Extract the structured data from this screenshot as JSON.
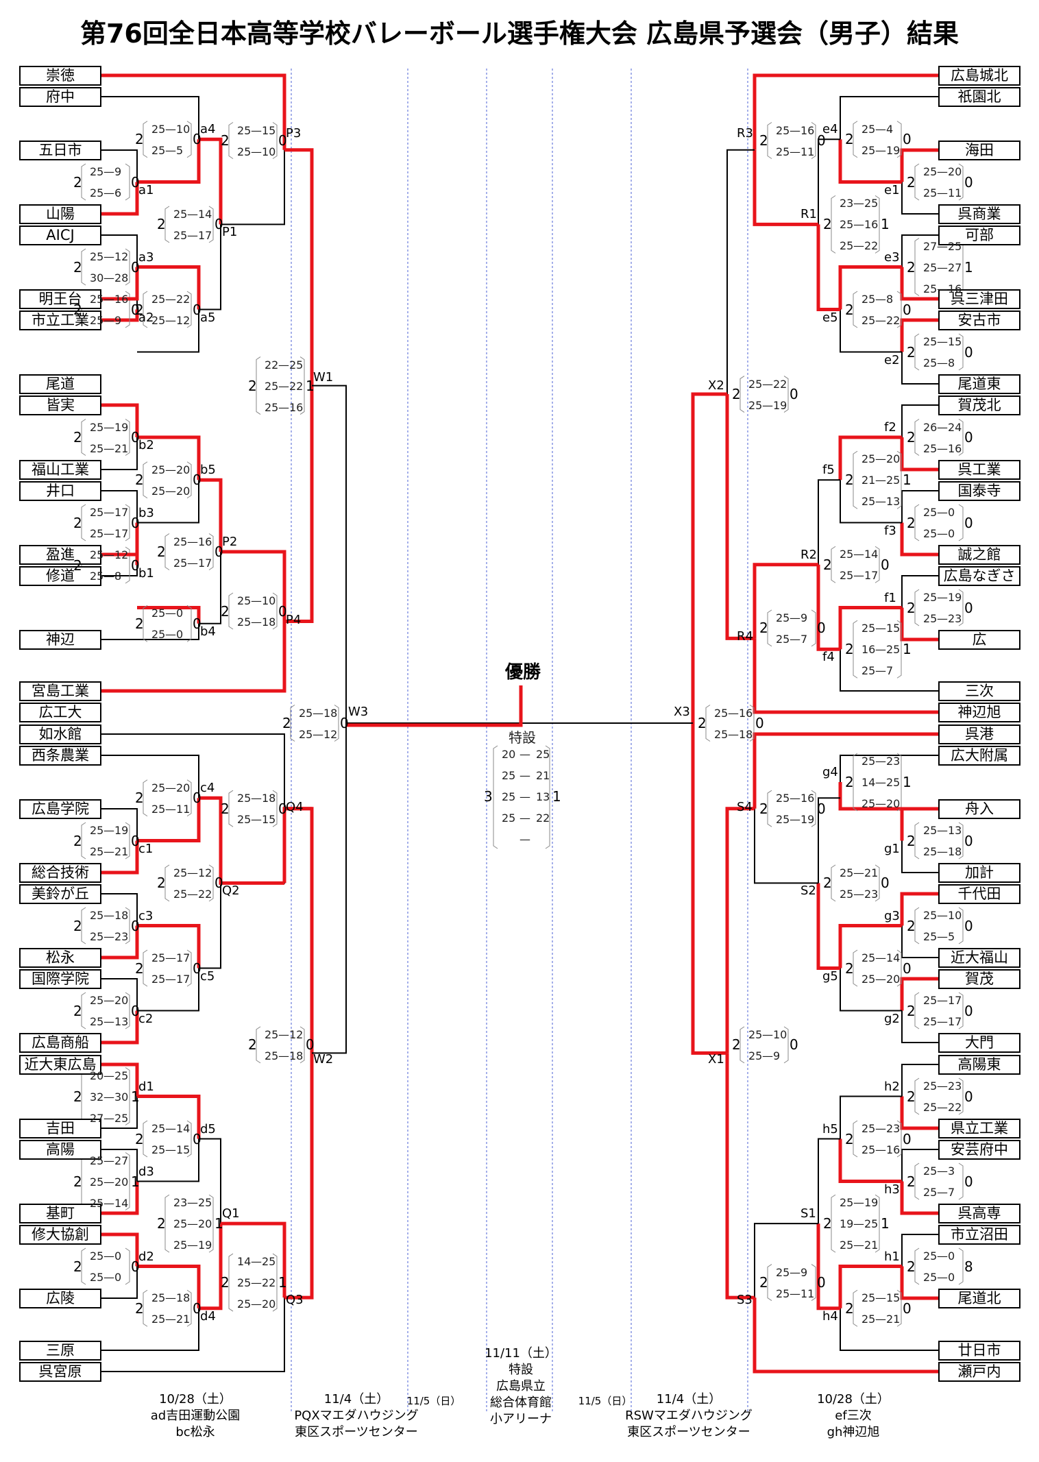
{
  "title": "第76回全日本高等学校バレーボール選手権大会 広島県予選会（男子）結果",
  "champion_label": "優勝",
  "left_teams": [
    "崇徳",
    "府中",
    "五日市",
    "山陽",
    "AICJ",
    "明王台",
    "市立工業",
    "尾道",
    "皆実",
    "福山工業",
    "井口",
    "盈進",
    "修道",
    "神辺",
    "宮島工業",
    "広工大",
    "如水館",
    "西条農業",
    "広島学院",
    "総合技術",
    "美鈴が丘",
    "松永",
    "国際学院",
    "広島商船",
    "近大東広島",
    "吉田",
    "高陽",
    "基町",
    "修大協創",
    "広陵",
    "三原",
    "呉宮原"
  ],
  "right_teams": [
    "広島城北",
    "祇園北",
    "海田",
    "呉商業",
    "可部",
    "呉三津田",
    "安古市",
    "尾道東",
    "賀茂北",
    "呉工業",
    "国泰寺",
    "誠之館",
    "広島なぎさ",
    "広",
    "三次",
    "神辺旭",
    "呉港",
    "広大附属",
    "舟入",
    "加計",
    "千代田",
    "近大福山",
    "賀茂",
    "大門",
    "高陽東",
    "県立工業",
    "安芸府中",
    "呉高専",
    "市立沼田",
    "尾道北",
    "廿日市",
    "瀬戸内"
  ],
  "matches": {
    "a1": {
      "label": "a1",
      "sets": [
        [
          "25",
          "9"
        ],
        [
          "25",
          "6"
        ]
      ],
      "total": [
        "2",
        "0"
      ]
    },
    "a2": {
      "label": "a2",
      "sets": [
        [
          "25",
          "16"
        ],
        [
          "25",
          "9"
        ]
      ],
      "total": [
        "2",
        "0"
      ]
    },
    "a3": {
      "label": "a3",
      "sets": [
        [
          "25",
          "12"
        ],
        [
          "30",
          "28"
        ]
      ],
      "total": [
        "2",
        "0"
      ]
    },
    "a4": {
      "label": "a4",
      "sets": [
        [
          "25",
          "10"
        ],
        [
          "25",
          "5"
        ]
      ],
      "total": [
        "2",
        "0"
      ]
    },
    "a5": {
      "label": "a5",
      "sets": [
        [
          "25",
          "22"
        ],
        [
          "25",
          "12"
        ]
      ],
      "total": [
        "2",
        "0"
      ]
    },
    "b1": {
      "label": "b1",
      "sets": [
        [
          "25",
          "12"
        ],
        [
          "25",
          "8"
        ]
      ],
      "total": [
        "2",
        "0"
      ]
    },
    "b2": {
      "label": "b2",
      "sets": [
        [
          "25",
          "19"
        ],
        [
          "25",
          "21"
        ]
      ],
      "total": [
        "2",
        "0"
      ]
    },
    "b3": {
      "label": "b3",
      "sets": [
        [
          "25",
          "17"
        ],
        [
          "25",
          "17"
        ]
      ],
      "total": [
        "2",
        "0"
      ]
    },
    "b4": {
      "label": "b4",
      "sets": [
        [
          "25",
          "0"
        ],
        [
          "25",
          "0"
        ]
      ],
      "total": [
        "2",
        "0"
      ]
    },
    "b5": {
      "label": "b5",
      "sets": [
        [
          "25",
          "20"
        ],
        [
          "25",
          "20"
        ]
      ],
      "total": [
        "2",
        "0"
      ]
    },
    "c1": {
      "label": "c1",
      "sets": [
        [
          "25",
          "19"
        ],
        [
          "25",
          "21"
        ]
      ],
      "total": [
        "2",
        "0"
      ]
    },
    "c2": {
      "label": "c2",
      "sets": [
        [
          "25",
          "20"
        ],
        [
          "25",
          "13"
        ]
      ],
      "total": [
        "2",
        "0"
      ]
    },
    "c3": {
      "label": "c3",
      "sets": [
        [
          "25",
          "18"
        ],
        [
          "25",
          "23"
        ]
      ],
      "total": [
        "2",
        "0"
      ]
    },
    "c4": {
      "label": "c4",
      "sets": [
        [
          "25",
          "20"
        ],
        [
          "25",
          "11"
        ]
      ],
      "total": [
        "2",
        "0"
      ]
    },
    "c5": {
      "label": "c5",
      "sets": [
        [
          "25",
          "17"
        ],
        [
          "25",
          "17"
        ]
      ],
      "total": [
        "2",
        "0"
      ]
    },
    "d1": {
      "label": "d1",
      "sets": [
        [
          "20",
          "25"
        ],
        [
          "32",
          "30"
        ],
        [
          "27",
          "25"
        ]
      ],
      "total": [
        "2",
        "1"
      ]
    },
    "d2": {
      "label": "d2",
      "sets": [
        [
          "25",
          "0"
        ],
        [
          "25",
          "0"
        ]
      ],
      "total": [
        "2",
        "0"
      ]
    },
    "d3": {
      "label": "d3",
      "sets": [
        [
          "25",
          "27"
        ],
        [
          "25",
          "20"
        ],
        [
          "25",
          "14"
        ]
      ],
      "total": [
        "2",
        "1"
      ]
    },
    "d4": {
      "label": "d4",
      "sets": [
        [
          "25",
          "18"
        ],
        [
          "25",
          "21"
        ]
      ],
      "total": [
        "2",
        "0"
      ]
    },
    "d5": {
      "label": "d5",
      "sets": [
        [
          "25",
          "14"
        ],
        [
          "25",
          "15"
        ]
      ],
      "total": [
        "2",
        "0"
      ]
    },
    "P1": {
      "label": "P1",
      "sets": [
        [
          "25",
          "14"
        ],
        [
          "25",
          "17"
        ]
      ],
      "total": [
        "2",
        "0"
      ]
    },
    "P2": {
      "label": "P2",
      "sets": [
        [
          "25",
          "16"
        ],
        [
          "25",
          "17"
        ]
      ],
      "total": [
        "2",
        "0"
      ]
    },
    "P3": {
      "label": "P3",
      "sets": [
        [
          "25",
          "15"
        ],
        [
          "25",
          "10"
        ]
      ],
      "total": [
        "2",
        "0"
      ]
    },
    "P4": {
      "label": "P4",
      "sets": [
        [
          "25",
          "10"
        ],
        [
          "25",
          "18"
        ]
      ],
      "total": [
        "2",
        "0"
      ]
    },
    "Q1": {
      "label": "Q1",
      "sets": [
        [
          "23",
          "25"
        ],
        [
          "25",
          "20"
        ],
        [
          "25",
          "19"
        ]
      ],
      "total": [
        "2",
        "1"
      ]
    },
    "Q2": {
      "label": "Q2",
      "sets": [
        [
          "25",
          "12"
        ],
        [
          "25",
          "22"
        ]
      ],
      "total": [
        "2",
        "0"
      ]
    },
    "Q3": {
      "label": "Q3",
      "sets": [
        [
          "14",
          "25"
        ],
        [
          "25",
          "22"
        ],
        [
          "25",
          "20"
        ]
      ],
      "total": [
        "2",
        "1"
      ]
    },
    "Q4": {
      "label": "Q4",
      "sets": [
        [
          "25",
          "18"
        ],
        [
          "25",
          "15"
        ]
      ],
      "total": [
        "2",
        "0"
      ]
    },
    "W1": {
      "label": "W1",
      "sets": [
        [
          "22",
          "25"
        ],
        [
          "25",
          "22"
        ],
        [
          "25",
          "16"
        ]
      ],
      "total": [
        "2",
        "1"
      ]
    },
    "W2": {
      "label": "W2",
      "sets": [
        [
          "25",
          "12"
        ],
        [
          "25",
          "18"
        ]
      ],
      "total": [
        "2",
        "0"
      ]
    },
    "W3": {
      "label": "W3",
      "sets": [
        [
          "25",
          "18"
        ],
        [
          "25",
          "12"
        ]
      ],
      "total": [
        "2",
        "0"
      ]
    },
    "e1": {
      "label": "e1",
      "sets": [
        [
          "25",
          "20"
        ],
        [
          "25",
          "11"
        ]
      ],
      "total": [
        "2",
        "0"
      ]
    },
    "e2": {
      "label": "e2",
      "sets": [
        [
          "25",
          "15"
        ],
        [
          "25",
          "8"
        ]
      ],
      "total": [
        "2",
        "0"
      ]
    },
    "e3": {
      "label": "e3",
      "sets": [
        [
          "27",
          "25"
        ],
        [
          "25",
          "27"
        ],
        [
          "25",
          "16"
        ]
      ],
      "total": [
        "2",
        "1"
      ]
    },
    "e4": {
      "label": "e4",
      "sets": [
        [
          "25",
          "4"
        ],
        [
          "25",
          "19"
        ]
      ],
      "total": [
        "2",
        "0"
      ]
    },
    "e5": {
      "label": "e5",
      "sets": [
        [
          "25",
          "8"
        ],
        [
          "25",
          "22"
        ]
      ],
      "total": [
        "2",
        "0"
      ]
    },
    "f1": {
      "label": "f1",
      "sets": [
        [
          "25",
          "19"
        ],
        [
          "25",
          "23"
        ]
      ],
      "total": [
        "2",
        "0"
      ]
    },
    "f2": {
      "label": "f2",
      "sets": [
        [
          "26",
          "24"
        ],
        [
          "25",
          "16"
        ]
      ],
      "total": [
        "2",
        "0"
      ]
    },
    "f3": {
      "label": "f3",
      "sets": [
        [
          "25",
          "0"
        ],
        [
          "25",
          "0"
        ]
      ],
      "total": [
        "2",
        "0"
      ]
    },
    "f4": {
      "label": "f4",
      "sets": [
        [
          "25",
          "15"
        ],
        [
          "16",
          "25"
        ],
        [
          "25",
          "7"
        ]
      ],
      "total": [
        "2",
        "1"
      ]
    },
    "f5": {
      "label": "f5",
      "sets": [
        [
          "25",
          "20"
        ],
        [
          "21",
          "25"
        ],
        [
          "25",
          "13"
        ]
      ],
      "total": [
        "2",
        "1"
      ]
    },
    "g1": {
      "label": "g1",
      "sets": [
        [
          "25",
          "13"
        ],
        [
          "25",
          "18"
        ]
      ],
      "total": [
        "2",
        "0"
      ]
    },
    "g2": {
      "label": "g2",
      "sets": [
        [
          "25",
          "17"
        ],
        [
          "25",
          "17"
        ]
      ],
      "total": [
        "2",
        "0"
      ]
    },
    "g3": {
      "label": "g3",
      "sets": [
        [
          "25",
          "10"
        ],
        [
          "25",
          "5"
        ]
      ],
      "total": [
        "2",
        "0"
      ]
    },
    "g4": {
      "label": "g4",
      "sets": [
        [
          "25",
          "23"
        ],
        [
          "14",
          "25"
        ],
        [
          "25",
          "20"
        ]
      ],
      "total": [
        "2",
        "1"
      ]
    },
    "g5": {
      "label": "g5",
      "sets": [
        [
          "25",
          "14"
        ],
        [
          "25",
          "20"
        ]
      ],
      "total": [
        "2",
        "0"
      ]
    },
    "h1": {
      "label": "h1",
      "sets": [
        [
          "25",
          "0"
        ],
        [
          "25",
          "0"
        ]
      ],
      "total": [
        "2",
        "8"
      ]
    },
    "h2": {
      "label": "h2",
      "sets": [
        [
          "25",
          "23"
        ],
        [
          "25",
          "22"
        ]
      ],
      "total": [
        "2",
        "0"
      ]
    },
    "h3": {
      "label": "h3",
      "sets": [
        [
          "25",
          "3"
        ],
        [
          "25",
          "7"
        ]
      ],
      "total": [
        "2",
        "0"
      ]
    },
    "h4": {
      "label": "h4",
      "sets": [
        [
          "25",
          "15"
        ],
        [
          "25",
          "21"
        ]
      ],
      "total": [
        "2",
        "0"
      ]
    },
    "h5": {
      "label": "h5",
      "sets": [
        [
          "25",
          "23"
        ],
        [
          "25",
          "16"
        ]
      ],
      "total": [
        "2",
        "0"
      ]
    },
    "R1": {
      "label": "R1",
      "sets": [
        [
          "23",
          "25"
        ],
        [
          "25",
          "16"
        ],
        [
          "25",
          "22"
        ]
      ],
      "total": [
        "2",
        "1"
      ]
    },
    "R2": {
      "label": "R2",
      "sets": [
        [
          "25",
          "14"
        ],
        [
          "25",
          "17"
        ]
      ],
      "total": [
        "2",
        "0"
      ]
    },
    "R3": {
      "label": "R3",
      "sets": [
        [
          "25",
          "16"
        ],
        [
          "25",
          "11"
        ]
      ],
      "total": [
        "2",
        "0"
      ]
    },
    "R4": {
      "label": "R4",
      "sets": [
        [
          "25",
          "9"
        ],
        [
          "25",
          "7"
        ]
      ],
      "total": [
        "2",
        "0"
      ]
    },
    "S1": {
      "label": "S1",
      "sets": [
        [
          "25",
          "19"
        ],
        [
          "19",
          "25"
        ],
        [
          "25",
          "21"
        ]
      ],
      "total": [
        "2",
        "1"
      ]
    },
    "S2": {
      "label": "S2",
      "sets": [
        [
          "25",
          "21"
        ],
        [
          "25",
          "23"
        ]
      ],
      "total": [
        "2",
        "0"
      ]
    },
    "S3": {
      "label": "S3",
      "sets": [
        [
          "25",
          "9"
        ],
        [
          "25",
          "11"
        ]
      ],
      "total": [
        "2",
        "0"
      ]
    },
    "S4": {
      "label": "S4",
      "sets": [
        [
          "25",
          "16"
        ],
        [
          "25",
          "19"
        ]
      ],
      "total": [
        "2",
        "0"
      ]
    },
    "X1": {
      "label": "X1",
      "sets": [
        [
          "25",
          "10"
        ],
        [
          "25",
          "9"
        ]
      ],
      "total": [
        "2",
        "0"
      ]
    },
    "X2": {
      "label": "X2",
      "sets": [
        [
          "25",
          "22"
        ],
        [
          "25",
          "19"
        ]
      ],
      "total": [
        "2",
        "0"
      ]
    },
    "X3": {
      "label": "X3",
      "sets": [
        [
          "25",
          "16"
        ],
        [
          "25",
          "18"
        ]
      ],
      "total": [
        "2",
        "0"
      ]
    }
  },
  "final": {
    "label": "特設",
    "sets": [
      [
        "20",
        "25"
      ],
      [
        "25",
        "21"
      ],
      [
        "25",
        "13"
      ],
      [
        "25",
        "22"
      ],
      [
        "",
        ""
      ]
    ],
    "total": [
      "3",
      "1"
    ]
  },
  "footer": {
    "left_r1_date": "10/28（土）",
    "left_r1_venue": "ad吉田運動公園",
    "left_r1_venue2": "bc松永",
    "left_r2_date": "11/4（土）",
    "left_r2_venue": "PQXマエダハウジング",
    "left_r2_venue2": "東区スポーツセンター",
    "left_r3_date": "11/5（日）",
    "center_date": "11/11（土）",
    "center_venue": "特設",
    "center_venue2": "広島県立",
    "center_venue3": "総合体育館",
    "center_venue4": "小アリーナ",
    "right_r3_date": "11/5（日）",
    "right_r2_date": "11/4（土）",
    "right_r2_venue": "RSWマエダハウジング",
    "right_r2_venue2": "東区スポーツセンター",
    "right_r1_date": "10/28（土）",
    "right_r1_venue": "ef三次",
    "right_r1_venue2": "gh神辺旭"
  },
  "colors": {
    "win": "#e8141b",
    "line": "#000000",
    "guide": "#4a5fd6"
  }
}
